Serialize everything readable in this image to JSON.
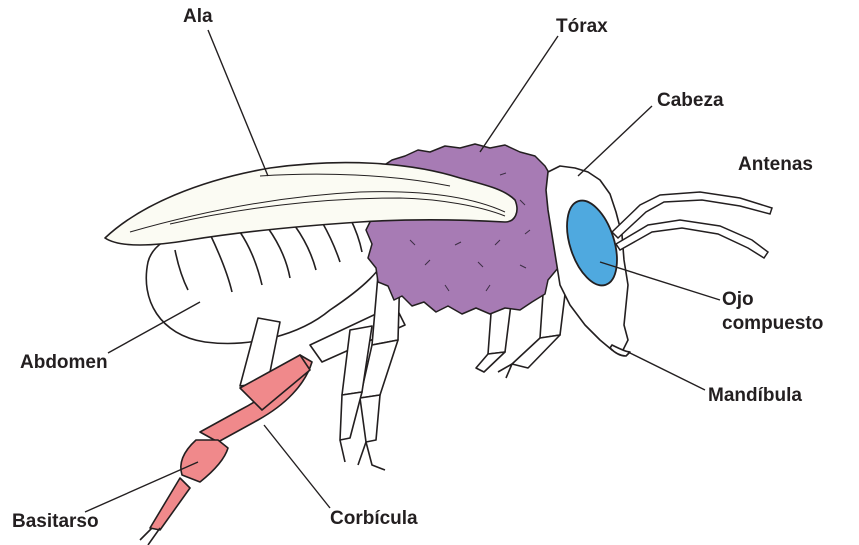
{
  "labels": {
    "ala": "Ala",
    "torax": "Tórax",
    "cabeza": "Cabeza",
    "antenas": "Antenas",
    "ojo_line1": "Ojo",
    "ojo_line2": "compuesto",
    "mandibula": "Mandíbula",
    "abdomen": "Abdomen",
    "basitarso": "Basitarso",
    "corbicula": "Corbícula"
  },
  "colors": {
    "outline": "#231f20",
    "thorax": "#a77bb4",
    "eye": "#4fa9df",
    "corbicula": "#f0898b",
    "body_fill": "#ffffff",
    "wing_fill": "#fbfbf3"
  }
}
